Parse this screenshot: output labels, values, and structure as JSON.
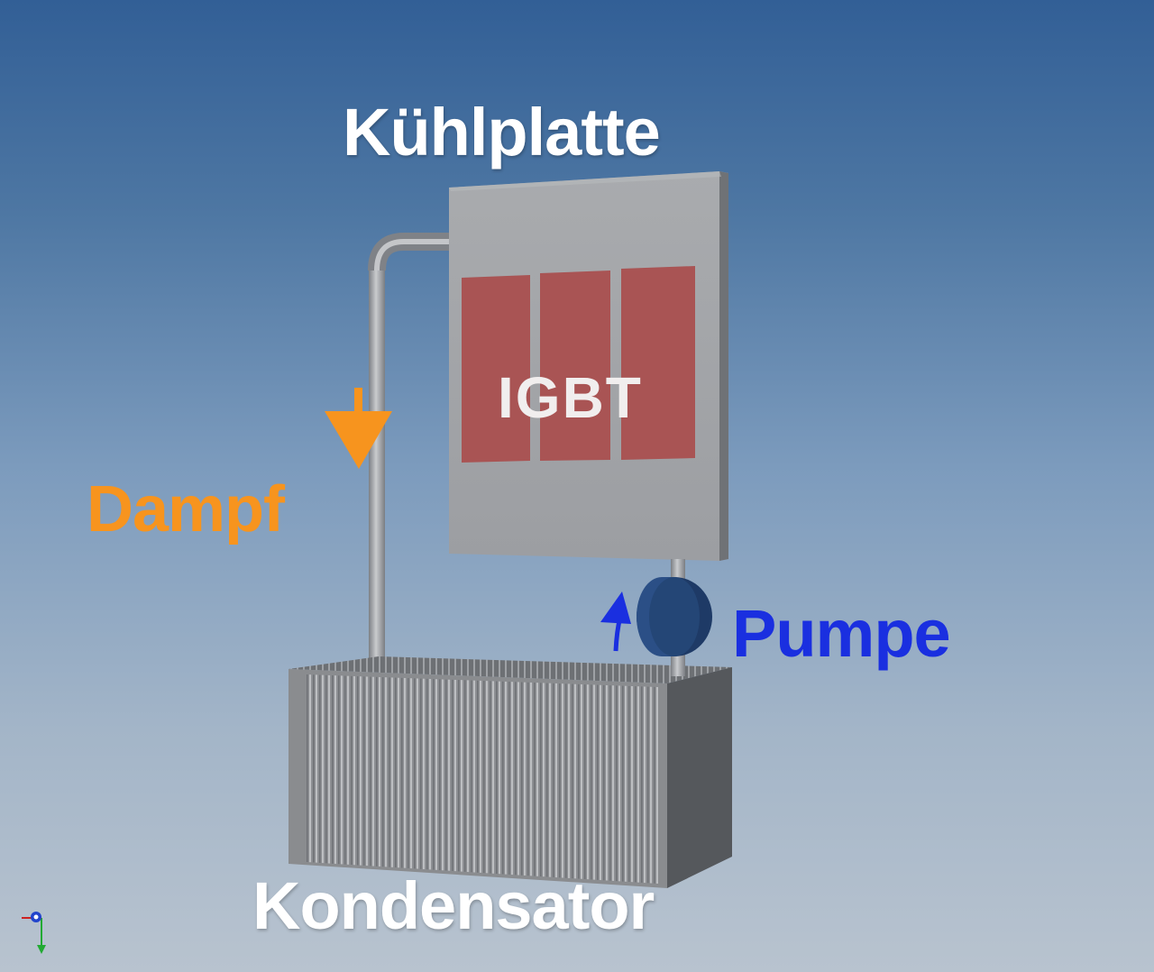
{
  "labels": {
    "cooling_plate": "Kühlplatte",
    "igbt": "IGBT",
    "steam": "Dampf",
    "pump": "Pumpe",
    "condenser": "Kondensator"
  },
  "colors": {
    "steam_arrow": "#f7941e",
    "pump_arrow": "#1a2fe0",
    "igbt_module": "#a95454",
    "plate": "#a2a4a7",
    "pump_body": "#2b4f86",
    "condenser_front": "#8a8c8f",
    "condenser_side": "#55585c"
  },
  "icons": {
    "steam_direction": "arrow-down-icon",
    "pump_direction": "arrow-up-icon",
    "axis_triad": "axis-triad-icon"
  }
}
